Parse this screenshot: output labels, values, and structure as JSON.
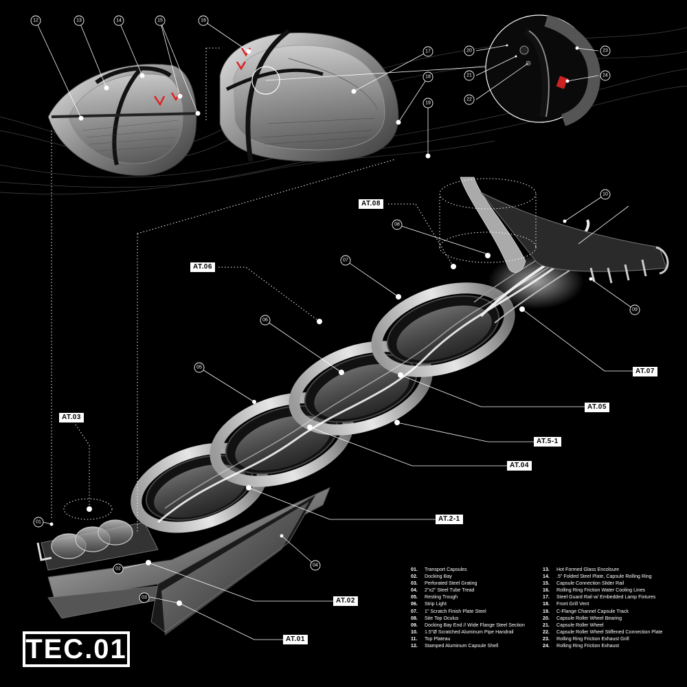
{
  "title": "TEC.01",
  "tags": {
    "at08": "AT.08",
    "at06": "AT.06",
    "at07": "AT.07",
    "at05": "AT.05",
    "at51": "AT.5-1",
    "at04": "AT.04",
    "at03": "AT.03",
    "at21": "AT.2-1",
    "at02": "AT.02",
    "at01": "AT.01"
  },
  "callouts": {
    "c01": "01",
    "c02": "02",
    "c03": "03",
    "c04": "04",
    "c05": "05",
    "c06": "06",
    "c07": "07",
    "c08": "08",
    "c09": "09",
    "c10": "10",
    "c12": "12",
    "c13": "13",
    "c14": "14",
    "c15": "15",
    "c16": "16",
    "c17": "17",
    "c18": "18",
    "c19": "19",
    "c20": "20",
    "c21": "21",
    "c22": "22",
    "c23": "23",
    "c24": "24"
  },
  "legend_left": [
    {
      "num": "01.",
      "text": "Transport Capsules"
    },
    {
      "num": "02.",
      "text": "Docking Bay"
    },
    {
      "num": "03.",
      "text": "Perforated Steel Grating"
    },
    {
      "num": "04.",
      "text": "2\"x2\" Steel Tube Tread"
    },
    {
      "num": "05.",
      "text": "Resting Trough"
    },
    {
      "num": "06.",
      "text": "Strip Light"
    },
    {
      "num": "07.",
      "text": "1\" Scratch Finish Plate Steel"
    },
    {
      "num": "08.",
      "text": "Site Top Oculus"
    },
    {
      "num": "09.",
      "text": "Docking Bay End // Wide Flange Steel Section"
    },
    {
      "num": "10.",
      "text": "1.5\"Ø Scratched Aluminum Pipe Handrail"
    },
    {
      "num": "11.",
      "text": "Top Plateau"
    },
    {
      "num": "12.",
      "text": "Stamped Aluminum Capsule Shell"
    }
  ],
  "legend_right": [
    {
      "num": "13.",
      "text": "Hot Formed Glass Encolsure"
    },
    {
      "num": "14.",
      "text": ".5\" Folded Steel Plate, Capsule Rolling Ring"
    },
    {
      "num": "15.",
      "text": "Capsule Connection Slider Rail"
    },
    {
      "num": "16.",
      "text": "Rolling Ring Friction Water Cooling Lines"
    },
    {
      "num": "17.",
      "text": "Steel Guard Rail w/ Embedded Lamp Fixtures"
    },
    {
      "num": "18.",
      "text": "Front Grill Vent"
    },
    {
      "num": "19.",
      "text": "C-Flange Channel Capsule Track"
    },
    {
      "num": "20.",
      "text": "Capsule Roller Wheel Bearing"
    },
    {
      "num": "21.",
      "text": "Capsule Roller Wheel"
    },
    {
      "num": "22.",
      "text": "Capsule Roller Wheel Stiffened Connection Plate"
    },
    {
      "num": "23.",
      "text": "Rolling Ring Friction Exhaust Grill"
    },
    {
      "num": "24.",
      "text": "Rolling Ring Friction Exhaust"
    }
  ]
}
